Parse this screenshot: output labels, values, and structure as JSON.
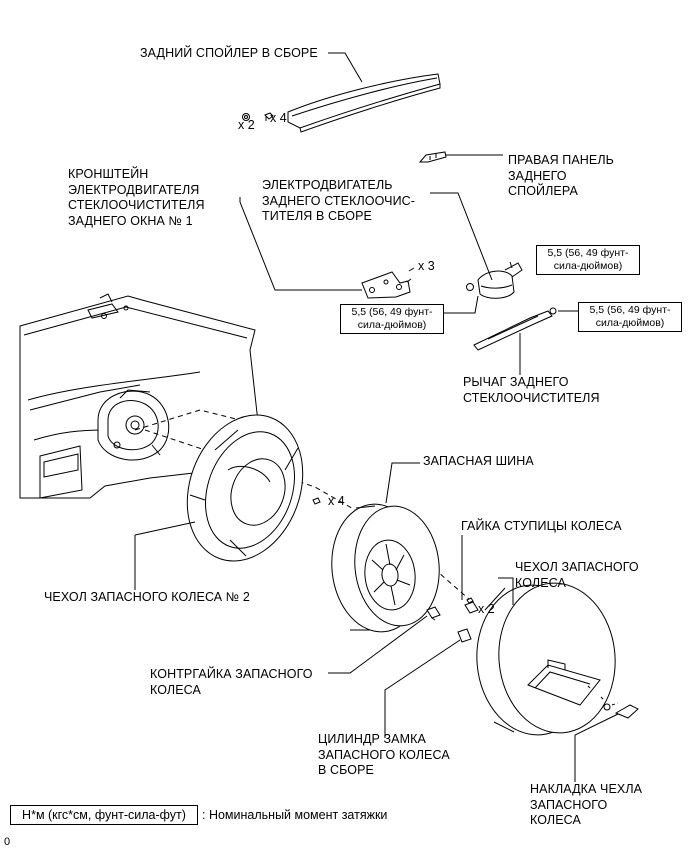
{
  "labels": {
    "rear_spoiler": "ЗАДНИЙ СПОЙЛЕР В СБОРЕ",
    "right_spoiler_panel": "ПРАВАЯ ПАНЕЛЬ\nЗАДНЕГО\nСПОЙЛЕРА",
    "wiper_motor_bracket": "КРОНШТЕЙН\nЭЛЕКТРОДВИГАТЕЛЯ\nСТЕКЛООЧИСТИТЕЛЯ\nЗАДНЕГО ОКНА № 1",
    "wiper_motor": "ЭЛЕКТРОДВИГАТЕЛЬ\nЗАДНЕГО СТЕКЛООЧИС-\nТИТЕЛЯ В СБОРЕ",
    "wiper_arm": "РЫЧАГ ЗАДНЕГО\nСТЕКЛООЧИСТИТЕЛЯ",
    "spare_tire": "ЗАПАСНАЯ ШИНА",
    "hub_nut": "ГАЙКА СТУПИЦЫ КОЛЕСА",
    "spare_cover": "ЧЕХОЛ ЗАПАСНОГО\nКОЛЕСА",
    "spare_cover_no2": "ЧЕХОЛ ЗАПАСНОГО КОЛЕСА № 2",
    "lock_nut": "КОНТРГАЙКА ЗАПАСНОГО\nКОЛЕСА",
    "lock_cylinder": "ЦИЛИНДР ЗАМКА\nЗАПАСНОГО КОЛЕСА\nВ СБОРЕ",
    "cover_plate": "НАКЛАДКА ЧЕХЛА\nЗАПАСНОГО\nКОЛЕСА"
  },
  "quantities": {
    "spoiler_nut": "x 2",
    "spoiler_clip": "x 4",
    "bracket_bolt": "x 3",
    "cover_bolt": "x 4",
    "hub_nut": "x 2"
  },
  "torques": {
    "motor_upper": "5,5 (56, 49 фунт-\nсила-дюймов)",
    "motor_lower": "5,5 (56, 49 фунт-\nсила-дюймов)",
    "arm_nut": "5,5 (56, 49 фунт-\nсила-дюймов)"
  },
  "legend": {
    "unit_box": "Н*м (кгс*см, фунт-сила-фут)",
    "description": ": Номинальный момент затяжки"
  },
  "corner_mark": "0"
}
